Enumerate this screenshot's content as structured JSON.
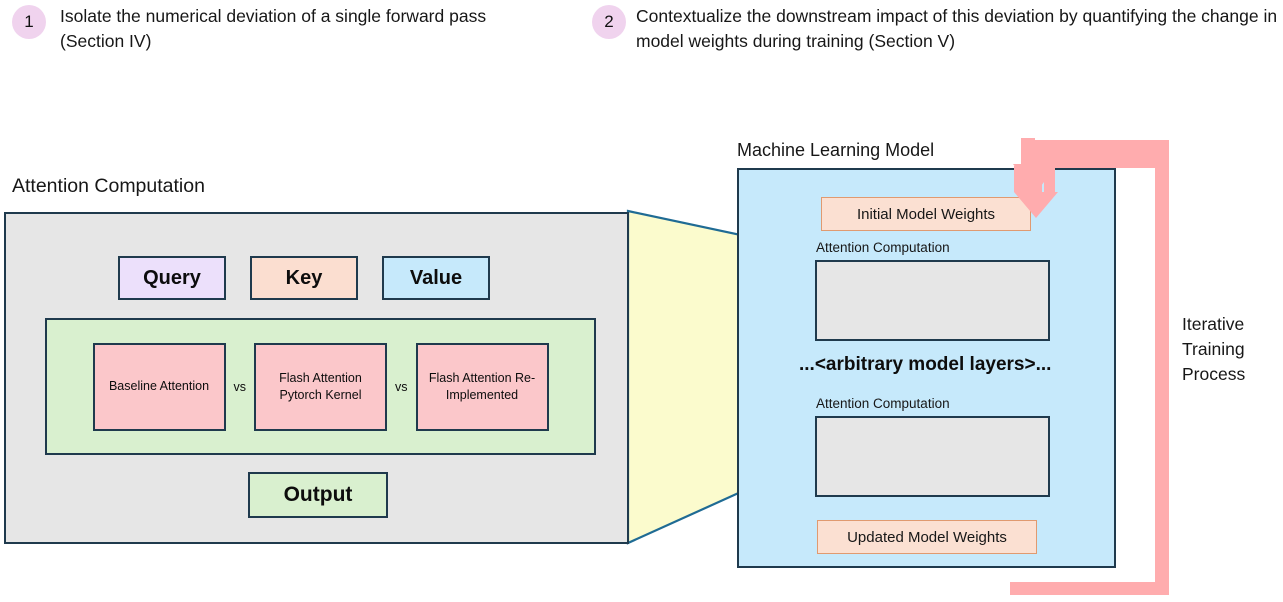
{
  "bullets": [
    {
      "number": "1",
      "text": "Isolate the numerical deviation of a single forward pass (Section IV)"
    },
    {
      "number": "2",
      "text": "Contextualize the downstream impact of this deviation by quantifying the change in model weights during training (Section V)"
    }
  ],
  "attention_panel": {
    "title": "Attention Computation",
    "qkv": [
      {
        "label": "Query",
        "color": "#ece0fb"
      },
      {
        "label": "Key",
        "color": "#fbded0"
      },
      {
        "label": "Value",
        "color": "#c6e9fb"
      }
    ],
    "variants": [
      {
        "label": "Baseline Attention"
      },
      {
        "label": "Flash Attention Pytorch Kernel"
      },
      {
        "label": "Flash Attention Re-Implemented"
      }
    ],
    "separator": "vs",
    "output_label": "Output"
  },
  "ml_panel": {
    "title": "Machine Learning Model",
    "initial_weights": "Initial Model Weights",
    "updated_weights": "Updated Model Weights",
    "attention_slot_label_1": "Attention Computation",
    "attention_slot_label_2": "Attention Computation",
    "layers_placeholder": "...<arbitrary model layers>..."
  },
  "loop": {
    "caption": "Iterative Training Process",
    "color": "#ffacae"
  },
  "colors": {
    "panel_border": "#1f3a4d",
    "panel_gray": "#e6e6e6",
    "model_blue": "#c6e9fb",
    "group_green": "#d9f0cf",
    "variant_pink": "#fbc7ca",
    "weights_peach": "#fbe0d2",
    "badge_pink": "#f0d3ee",
    "funnel_yellow": "#fbfbcd",
    "loop_pink": "#ffacae"
  }
}
